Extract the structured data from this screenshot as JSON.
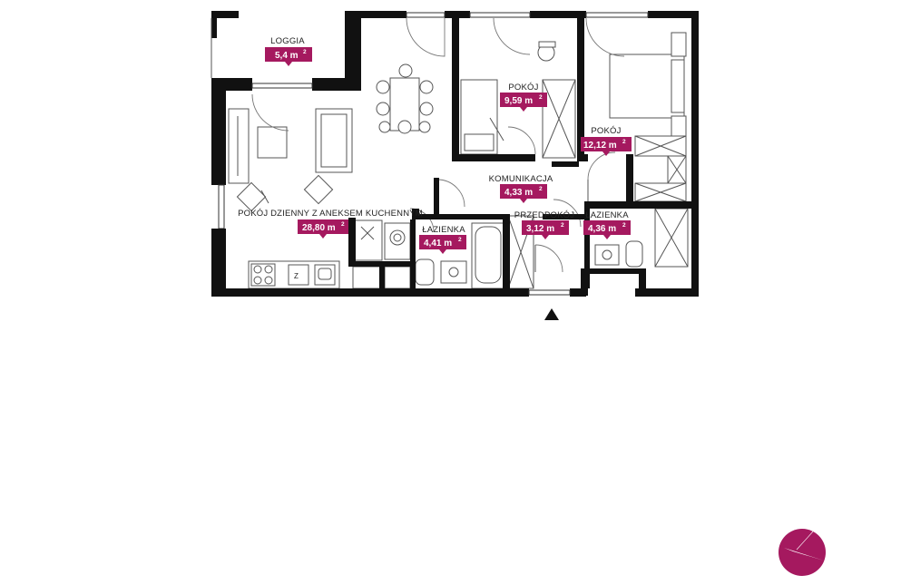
{
  "accent_color": "#a5195f",
  "wall_color": "#111111",
  "rooms": [
    {
      "id": "loggia",
      "name": "LOGGIA",
      "area": "5,4 m",
      "sup": "2"
    },
    {
      "id": "pokoj-dzienny",
      "name": "POKÓJ DZIENNY Z ANEKSEM KUCHENNYM",
      "area": "28,80 m",
      "sup": "2"
    },
    {
      "id": "pokoj-1",
      "name": "POKÓJ",
      "area": "9,59 m",
      "sup": "2"
    },
    {
      "id": "pokoj-2",
      "name": "POKÓJ",
      "area": "12,12 m",
      "sup": "2"
    },
    {
      "id": "komunikacja",
      "name": "KOMUNIKACJA",
      "area": "4,33 m",
      "sup": "2"
    },
    {
      "id": "lazienka-1",
      "name": "ŁAZIENKA",
      "area": "4,41 m",
      "sup": "2"
    },
    {
      "id": "przedpokoj",
      "name": "PRZEDPOKÓJ",
      "area": "3,12 m",
      "sup": "2"
    },
    {
      "id": "lazienka-2",
      "name": "ŁAZIENKA",
      "area": "4,36 m",
      "sup": "2"
    }
  ],
  "entrance_icon": "triangle-up-icon",
  "compass_icon": "compass-icon"
}
